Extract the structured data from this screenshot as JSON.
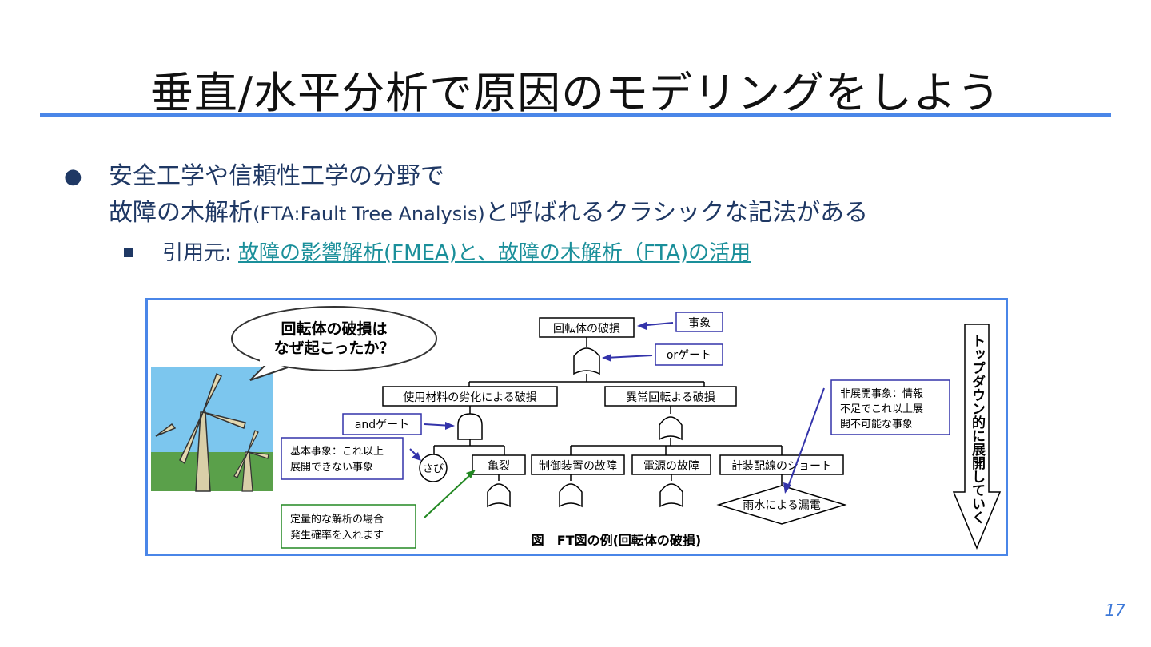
{
  "slide": {
    "title": "垂直/水平分析で原因のモデリングをしよう",
    "page_number": "17"
  },
  "bullet1": {
    "line1": "安全工学や信頼性工学の分野で",
    "line2_a": "故障の木解析",
    "line2_b": "(FTA:Fault Tree Analysis)",
    "line2_c": "と呼ばれるクラシックな記法がある"
  },
  "bullet2": {
    "prefix": "引用元: ",
    "link": "故障の影響解析(FMEA)と、故障の木解析（FTA)の活用"
  },
  "figure": {
    "bubble_line1": "回転体の破損は",
    "bubble_line2": "なぜ起こったか？",
    "top_event": "回転体の破損",
    "label_event": "事象",
    "label_or_gate": "orゲート",
    "label_and_gate": "andゲート",
    "node_material": "使用材料の劣化による破損",
    "node_abnormal": "異常回転よる破損",
    "node_rust": "さび",
    "node_crack": "亀裂",
    "node_control": "制御装置の故障",
    "node_power": "電源の故障",
    "node_wiring": "計装配線のショート",
    "node_rain": "雨水による漏電",
    "note_basic_1": "基本事象：これ以上",
    "note_basic_2": "展開できない事象",
    "note_quant_1": "定量的な解析の場合",
    "note_quant_2": "発生確率を入れます",
    "note_undev_1": "非展開事象：情報",
    "note_undev_2": "不足でこれ以上展",
    "note_undev_3": "開不可能な事象",
    "arrow_text": "トップダウン的に展開していく",
    "caption": "図　FT図の例(回転体の破損)"
  },
  "colors": {
    "accent": "#4a86e8",
    "text": "#1f3864",
    "link": "#1a8f9a",
    "note_blue": "#3333aa",
    "note_green": "#228822"
  }
}
